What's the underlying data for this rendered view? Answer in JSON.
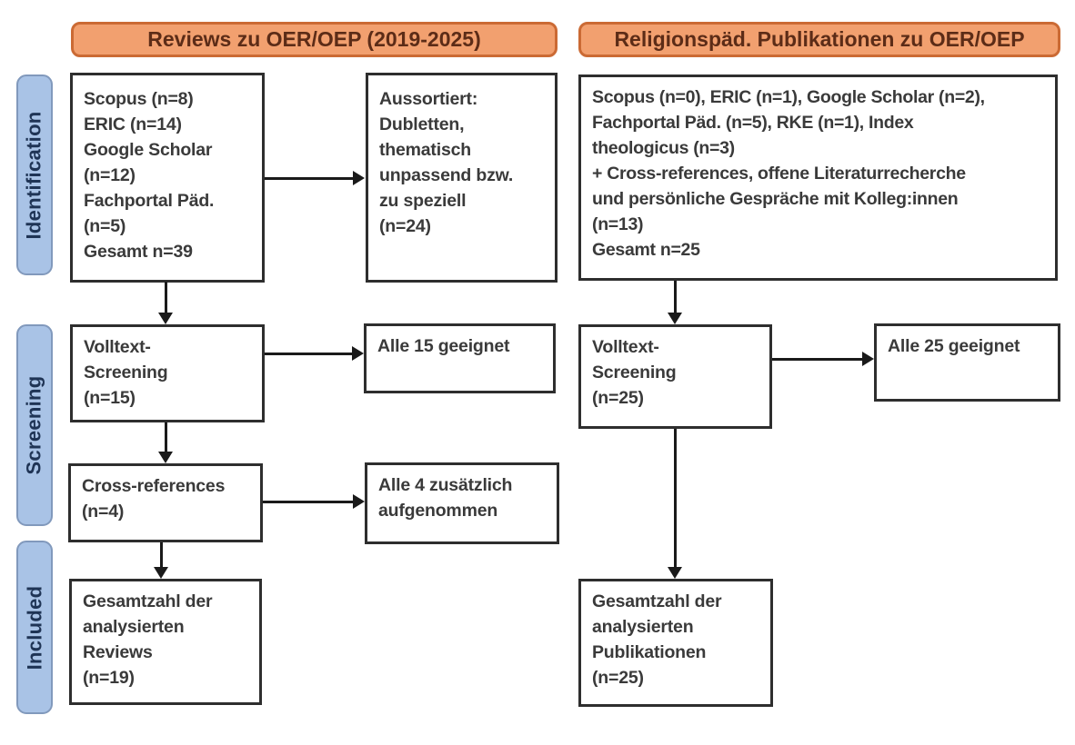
{
  "diagram": {
    "headers": {
      "left": "Reviews zu OER/OEP (2019-2025)",
      "right": "Religionspäd. Publikationen zu OER/OEP"
    },
    "stages": {
      "identification": "Identification",
      "screening": "Screening",
      "included": "Included"
    },
    "left_column": {
      "sources": "Scopus (n=8)\nERIC (n=14)\nGoogle Scholar\n(n=12)\nFachportal Päd.\n(n=5)\nGesamt n=39",
      "excluded": "Aussortiert:\nDubletten,\nthematisch\nunpassend bzw.\nzu speziell\n(n=24)",
      "fulltext": "Volltext-\nScreening\n(n=15)",
      "fulltext_result": "Alle 15 geeignet",
      "crossref": "Cross-references\n(n=4)",
      "crossref_result": "Alle 4 zusätzlich\naufgenommen",
      "total": "Gesamtzahl der\nanalysierten\nReviews\n(n=19)"
    },
    "right_column": {
      "sources": "Scopus (n=0), ERIC (n=1), Google Scholar (n=2),\nFachportal Päd. (n=5), RKE (n=1), Index\ntheologicus (n=3)\n+ Cross-references, offene Literaturrecherche\nund persönliche Gespräche mit Kolleg:innen\n(n=13)\nGesamt n=25",
      "fulltext": "Volltext-\nScreening\n(n=25)",
      "fulltext_result": "Alle 25 geeignet",
      "total": "Gesamtzahl der\nanalysierten\nPublikationen\n(n=25)"
    },
    "colors": {
      "header_fill": "#F2A06F",
      "header_border": "#CB6A34",
      "header_text": "#5C2C17",
      "stage_fill": "#A9C3E6",
      "stage_border": "#8199BC",
      "stage_text": "#1F3455",
      "box_border": "#2E2E2E",
      "box_text": "#3A3A3A",
      "arrow": "#1A1A1A"
    }
  }
}
